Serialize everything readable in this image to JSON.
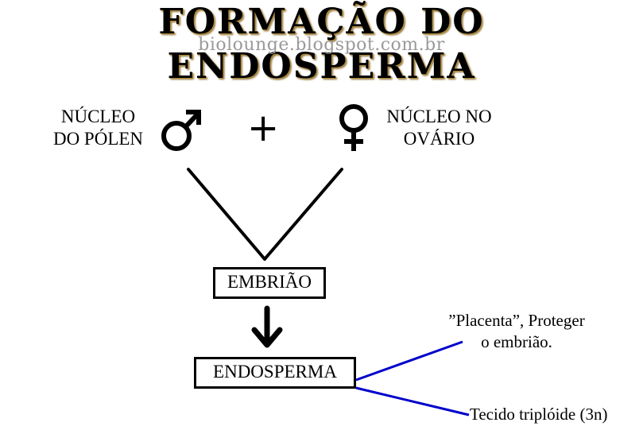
{
  "header": {
    "title": "FORMAÇÃO DO ENDOSPERMA",
    "subtitle": "biolounge.blogspot.com.br"
  },
  "inputs": {
    "pollen_label_line1": "NÚCLEO",
    "pollen_label_line2": "DO PÓLEN",
    "plus_sign": "+",
    "ovary_label_line1": "NÚCLEO NO",
    "ovary_label_line2": "OVÁRIO"
  },
  "nodes": {
    "embryo": "EMBRIÃO",
    "endosperm": "ENDOSPERMA"
  },
  "notes": {
    "placenta_line1": "”Placenta”, Proteger",
    "placenta_line2": "o embrião.",
    "tissue": "Tecido triplóide (3n)"
  },
  "icons": {
    "male_symbol": "male-symbol-icon",
    "female_symbol": "female-symbol-icon",
    "arrow": "down-arrow-icon"
  },
  "colors": {
    "title_shadow": "#b08a3a",
    "subtitle": "#9a9a9a",
    "connector_blue": "#0000cc",
    "line_black": "#000000"
  }
}
